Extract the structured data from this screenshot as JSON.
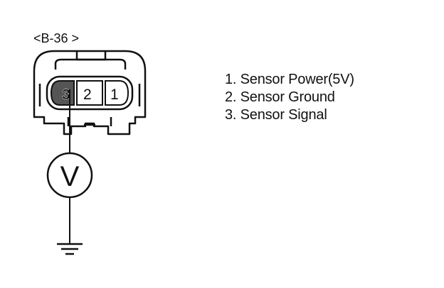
{
  "connector": {
    "label": "<B-36 >",
    "pins": [
      {
        "number": "3",
        "highlighted": true
      },
      {
        "number": "2",
        "highlighted": false
      },
      {
        "number": "1",
        "highlighted": false
      }
    ]
  },
  "meter": {
    "symbol": "V"
  },
  "ground": {
    "icon": "ground-icon"
  },
  "legend": {
    "items": [
      {
        "text": "1. Sensor Power(5V)"
      },
      {
        "text": "2. Sensor Ground"
      },
      {
        "text": "3. Sensor Signal"
      }
    ]
  },
  "colors": {
    "line": "#111111",
    "highlight_pin": "#555555",
    "background": "#ffffff"
  }
}
